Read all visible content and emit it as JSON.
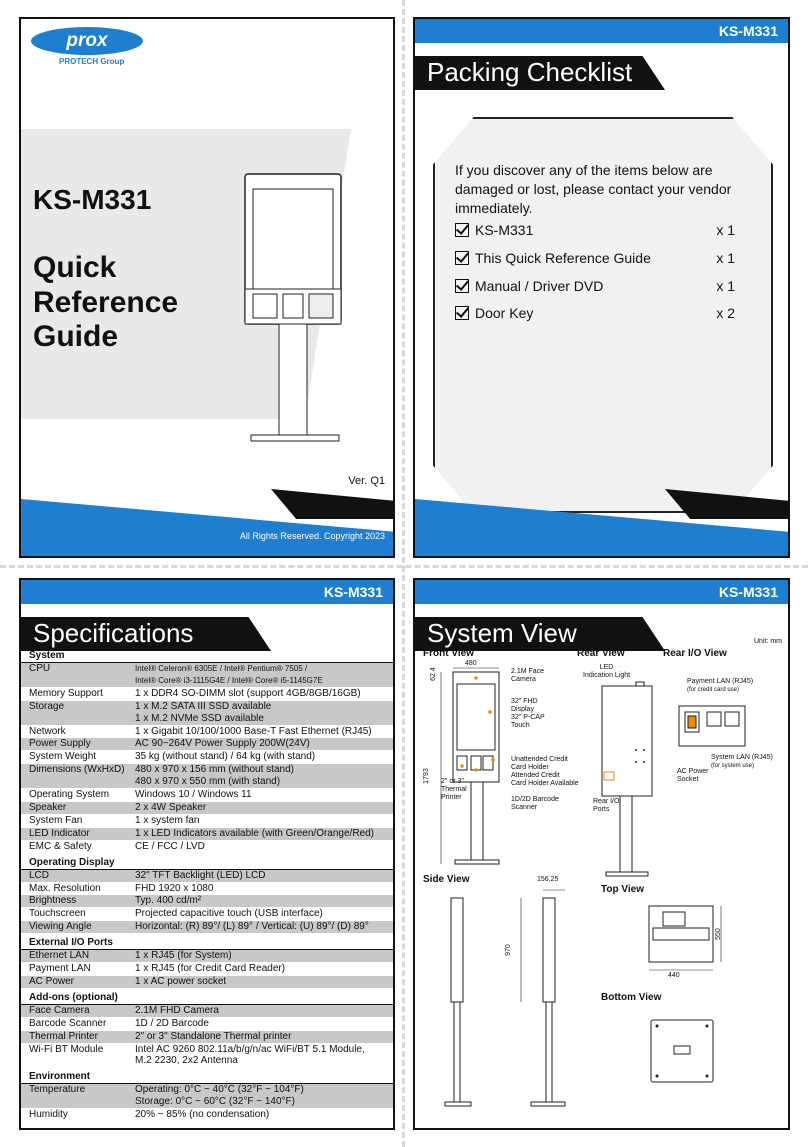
{
  "brand": {
    "logo": "prox",
    "group": "PROTECH Group"
  },
  "cover": {
    "model": "KS-M331",
    "title_lines": [
      "Quick",
      "Reference",
      "Guide"
    ],
    "version": "Ver. Q1",
    "copyright": "All Rights Reserved. Copyright 2023"
  },
  "model_code": "KS-M331",
  "packing": {
    "title": "Packing Checklist",
    "intro": "If you discover any of the items below are damaged or lost, please contact your vendor immediately.",
    "items": [
      {
        "name": "KS-M331",
        "qty": "x 1"
      },
      {
        "name": "This Quick Reference Guide",
        "qty": "x 1"
      },
      {
        "name": "Manual / Driver DVD",
        "qty": "x 1"
      },
      {
        "name": "Door Key",
        "qty": "x 2"
      }
    ]
  },
  "specs": {
    "title": "Specifications",
    "sections": [
      {
        "name": "System",
        "rows": [
          {
            "k": "CPU",
            "v": "Intel® Celeron® 6305E / Intel® Pentium® 7505 /\nIntel® Core® i3-1115G4E / Intel® Core® i5-1145G7E",
            "small": true
          },
          {
            "k": "Memory Support",
            "v": "1 x DDR4 SO-DIMM slot (support 4GB/8GB/16GB)"
          },
          {
            "k": "Storage",
            "v": "1 x M.2 SATA III SSD available\n1 x M.2 NVMe SSD available"
          },
          {
            "k": "Network",
            "v": "1 x Gigabit 10/100/1000 Base-T Fast Ethernet (RJ45)"
          },
          {
            "k": "Power Supply",
            "v": "AC 90~264V Power Supply 200W(24V)"
          },
          {
            "k": "System Weight",
            "v": "35 kg (without stand) / 64 kg (with stand)"
          },
          {
            "k": "Dimensions (WxHxD)",
            "v": "480 x 970 x 156 mm (without stand)\n480 x 970 x 550 mm (with stand)"
          },
          {
            "k": "Operating System",
            "v": "Windows 10 / Windows 11"
          },
          {
            "k": "Speaker",
            "v": "2 x 4W Speaker"
          },
          {
            "k": "System Fan",
            "v": "1 x system fan"
          },
          {
            "k": "LED Indicator",
            "v": "1 x LED Indicators available (with Green/Orange/Red)"
          },
          {
            "k": "EMC & Safety",
            "v": "CE / FCC / LVD"
          }
        ]
      },
      {
        "name": "Operating Display",
        "rows": [
          {
            "k": "LCD",
            "v": "32\" TFT Backlight (LED) LCD"
          },
          {
            "k": "Max. Resolution",
            "v": "FHD 1920 x 1080"
          },
          {
            "k": "Brightness",
            "v": "Typ. 400 cd/m²"
          },
          {
            "k": "Touchscreen",
            "v": "Projected capacitive touch (USB interface)"
          },
          {
            "k": "Viewing Angle",
            "v": "Horizontal: (R) 89°/ (L) 89° / Vertical: (U) 89°/ (D) 89°"
          }
        ]
      },
      {
        "name": "External I/O Ports",
        "rows": [
          {
            "k": "Ethernet LAN",
            "v": "1 x RJ45 (for System)"
          },
          {
            "k": "Payment LAN",
            "v": "1 x RJ45 (for Credit Card Reader)"
          },
          {
            "k": "AC Power",
            "v": "1 x AC power socket"
          }
        ]
      },
      {
        "name": "Add-ons (optional)",
        "rows": [
          {
            "k": "Face Camera",
            "v": "2.1M FHD Camera"
          },
          {
            "k": "Barcode Scanner",
            "v": "1D / 2D Barcode"
          },
          {
            "k": "Thermal Printer",
            "v": "2\" or 3\" Standalone Thermal printer"
          },
          {
            "k": "Wi-Fi BT Module",
            "v": "Intel AC 9260 802.11a/b/g/n/ac WiFi/BT 5.1 Module,\nM.2 2230, 2x2 Antenna"
          }
        ]
      },
      {
        "name": "Environment",
        "rows": [
          {
            "k": "Temperature",
            "v": "Operating: 0°C ~ 40°C (32°F ~ 104°F)\nStorage: 0°C ~ 60°C (32°F ~ 140°F)"
          },
          {
            "k": "Humidity",
            "v": "20% ~ 85% (no condensation)"
          }
        ]
      }
    ]
  },
  "system_view": {
    "title": "System View",
    "unit": "Unit: mm",
    "front": "Front View",
    "rear": "Rear View",
    "rear_io": "Rear I/O View",
    "side": "Side View",
    "top": "Top View",
    "bottom": "Bottom View",
    "front_labels": {
      "w": "480",
      "h": "1793",
      "cam_h": "62.4",
      "camera": "2.1M Face\nCamera",
      "display": "32\" FHD\nDisplay\n32\" P-CAP\nTouch",
      "card": "Unattended Credit\nCard Holder\nAttended Credit\nCard Holder Available",
      "printer": "2\" or 3\"\nThermal\nPrinter",
      "scanner": "1D/2D Barcode\nScanner"
    },
    "rear_labels": {
      "led": "LED\nIndication Light",
      "io": "Rear I/O\nPorts"
    },
    "io_labels": {
      "payment": "Payment LAN (RJ45)",
      "payment_sub": "(for credit card use)",
      "system": "System LAN (RJ45)",
      "system_sub": "(for system use)",
      "ac": "AC Power\nSocket"
    },
    "side_labels": {
      "d": "156.25",
      "h": "970"
    },
    "top_labels": {
      "w": "440",
      "d": "550"
    }
  }
}
